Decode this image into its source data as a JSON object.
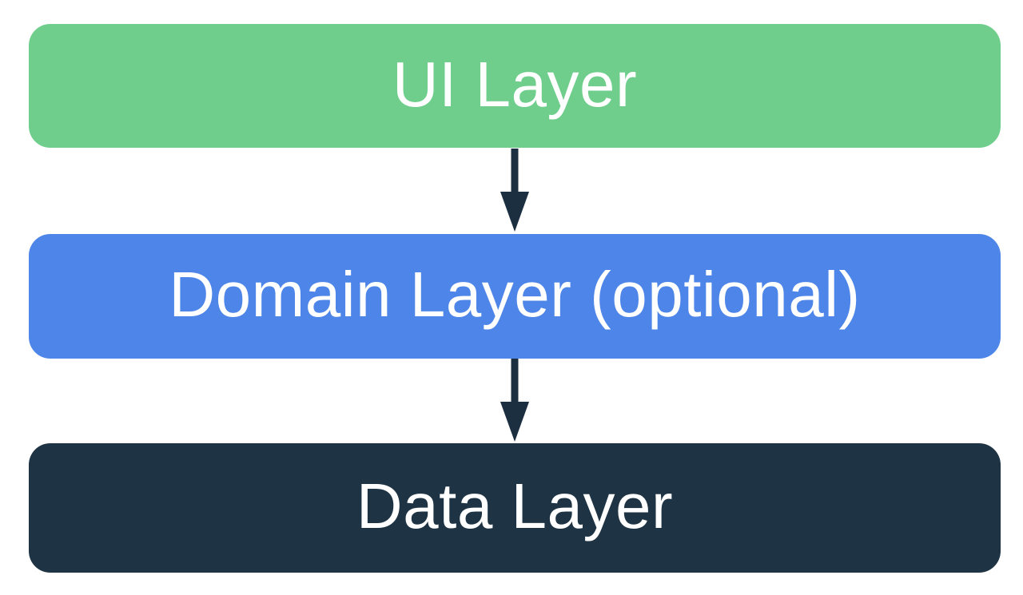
{
  "diagram": {
    "background_color": "#FFFFFF",
    "text_color": "#FFFFFF",
    "arrow_color": "#1C2F40",
    "layers": [
      {
        "id": "ui-layer",
        "label": "UI Layer",
        "color": "#6FCE8C"
      },
      {
        "id": "domain-layer",
        "label": "Domain Layer (optional)",
        "color": "#4D85E8"
      },
      {
        "id": "data-layer",
        "label": "Data Layer",
        "color": "#1E3343"
      }
    ],
    "arrows": [
      {
        "from": "ui-layer",
        "to": "domain-layer"
      },
      {
        "from": "domain-layer",
        "to": "data-layer"
      }
    ]
  }
}
